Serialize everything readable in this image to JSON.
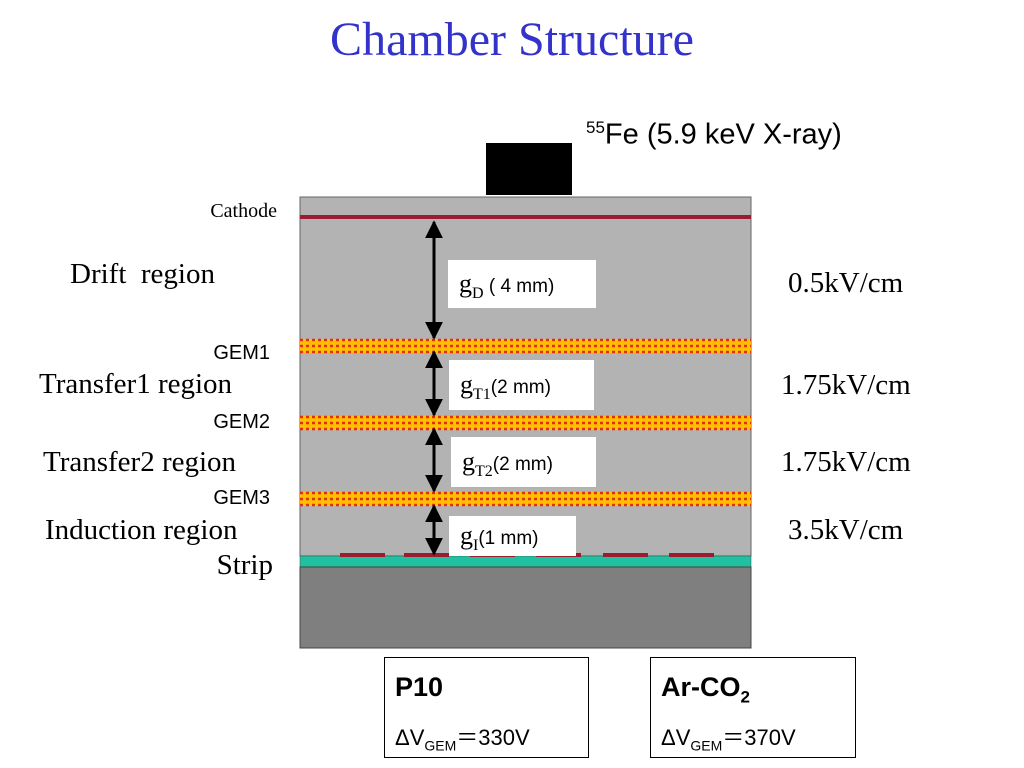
{
  "title": "Chamber Structure",
  "source": {
    "isotope_mass": "55",
    "label": "Fe (5.9 keV X-ray)"
  },
  "electrodes": {
    "cathode": "Cathode",
    "gem1": "GEM1",
    "gem2": "GEM2",
    "gem3": "GEM3",
    "strip": "Strip"
  },
  "regions": [
    {
      "name": "Drift  region",
      "gap_symbol": "g",
      "gap_sub": "D",
      "gap_size": " ( 4 mm)",
      "field": "0.5kV/cm"
    },
    {
      "name": "Transfer1 region",
      "gap_symbol": "g",
      "gap_sub": "T1",
      "gap_size": "(2 mm)",
      "field": "1.75kV/cm"
    },
    {
      "name": "Transfer2 region",
      "gap_symbol": "g",
      "gap_sub": "T2",
      "gap_size": "(2 mm)",
      "field": "1.75kV/cm"
    },
    {
      "name": "Induction region",
      "gap_symbol": "g",
      "gap_sub": "I",
      "gap_size": "(1 mm)",
      "field": "3.5kV/cm"
    }
  ],
  "gases": [
    {
      "name": "P10",
      "name_sub": "",
      "dv_prefix": "ΔV",
      "dv_sub": "GEM",
      "dv_value": "＝330V"
    },
    {
      "name": "Ar-CO",
      "name_sub": "2",
      "dv_prefix": "ΔV",
      "dv_sub": "GEM",
      "dv_value": "＝370V"
    }
  ],
  "colors": {
    "title": "#3333cc",
    "chamber_gas": "#b3b3b3",
    "substrate": "#7f7f7f",
    "cathode_line": "#9b1b30",
    "gem_foil": "#ffc000",
    "gem_stripes": "#e03010",
    "readout_board": "#20c0a0",
    "strip_segments": "#9b1b30",
    "source": "#000000"
  }
}
